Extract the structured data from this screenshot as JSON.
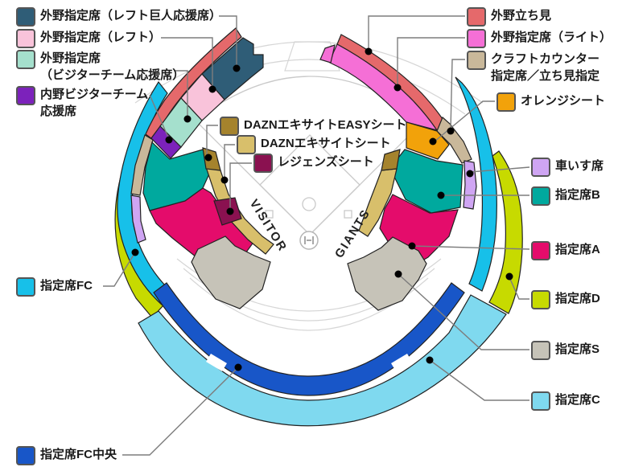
{
  "legend": {
    "outfield_left_giants": "外野指定席（レフト巨人応援席）",
    "outfield_left": "外野指定席（レフト）",
    "outfield_visitor_line1": "外野指定席",
    "outfield_visitor_line2": "（ビジターチーム応援席）",
    "infield_visitor_line1": "内野ビジターチーム",
    "infield_visitor_line2": "応援席",
    "dazn_easy": "DAZNエキサイトEASYシート",
    "dazn": "DAZNエキサイトシート",
    "legends_seat": "レジェンズシート",
    "fc": "指定席FC",
    "fc_chuo": "指定席FC中央",
    "standing": "外野立ち見",
    "outfield_right": "外野指定席（ライト）",
    "craft_line1": "クラフトカウンター",
    "craft_line2": "指定席／立ち見指定",
    "orange_seat": "オレンジシート",
    "wheelchair": "車いす席",
    "seat_b": "指定席B",
    "seat_a": "指定席A",
    "seat_d": "指定席D",
    "seat_s": "指定席S",
    "seat_c": "指定席C"
  },
  "field": {
    "visitor_label": "VISITOR",
    "giants_label": "GIANTS",
    "home_plate_logo": "tokyo-dome-gate-mark"
  },
  "colors": {
    "standing": "#e5696b",
    "giants_cheer": "#2f5d77",
    "outfield_left": "#f9c3da",
    "visitor_cheer": "#a5e0cd",
    "infield_visitor": "#7c22bb",
    "outfield_right": "#f56fd6",
    "craft": "#c9b89a",
    "orange_seat": "#f2a20a",
    "wheelchair": "#cfa5f3",
    "seat_b": "#00a99e",
    "seat_a": "#e40c6b",
    "seat_d": "#c7da00",
    "seat_s": "#c6c3b8",
    "seat_c": "#7fd9ef",
    "fc": "#17c0e9",
    "fc_chuo": "#1856c8",
    "dazn_easy": "#a5832d",
    "dazn": "#d8bf6b",
    "legends_seat": "#8a1150"
  }
}
